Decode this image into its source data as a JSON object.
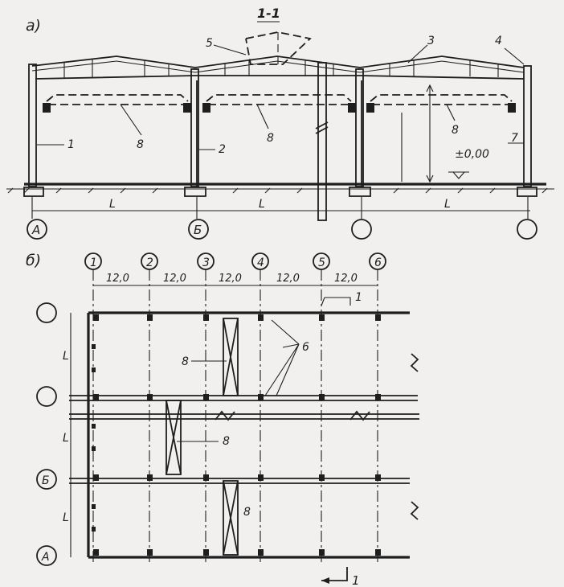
{
  "section": {
    "view_label": "а)",
    "cut_label": "1-1",
    "span_label": "L",
    "level_label": "±0,00",
    "axes": [
      "А",
      "Б",
      "",
      ""
    ],
    "callouts": {
      "c1": "1",
      "c2": "2",
      "c3": "3",
      "c4": "4",
      "c5": "5",
      "c7": "7",
      "c8": "8"
    }
  },
  "plan": {
    "view_label": "б)",
    "column_axes": [
      "1",
      "2",
      "3",
      "4",
      "5",
      "6"
    ],
    "spacings": [
      "12,0",
      "12,0",
      "12,0",
      "12,0",
      "12,0"
    ],
    "span_label": "L",
    "row_axes": [
      "",
      "",
      "Б",
      "А"
    ],
    "callout_1": "1",
    "callout_6": "6",
    "callout_8": "8",
    "cut_mark": "1"
  }
}
